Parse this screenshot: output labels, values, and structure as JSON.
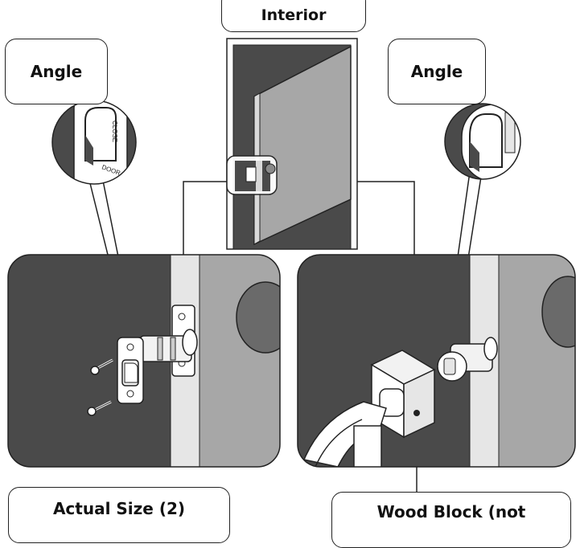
{
  "labels": {
    "interior": "Interior",
    "angle_left": "Angle",
    "angle_right": "Angle",
    "actual_size": "Actual Size (2)",
    "wood_block": "Wood Block (not"
  },
  "colors": {
    "door_dark": "#4a4a4a",
    "door_face": "#a7a7a7",
    "edge": "#d9d9d9",
    "outline": "#222222"
  }
}
